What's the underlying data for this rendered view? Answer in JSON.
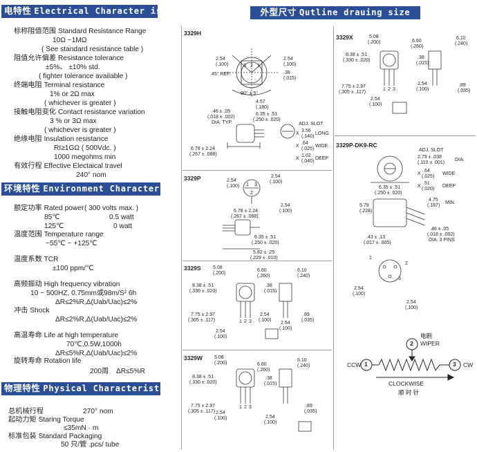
{
  "sections": {
    "electrical": {
      "cn": "电特性",
      "en": "Electrical Character istics"
    },
    "environment": {
      "cn": "环境特性",
      "en": "Environment Character istics"
    },
    "physical": {
      "cn": "物理特性",
      "en": "Physical Characteristics"
    },
    "outline": {
      "cn": "外型尺寸",
      "en": "Qutline drauing size"
    }
  },
  "electrical_lines": [
    "标称阻值范围 Standard Resistance Range",
    "10Ω ~1MΩ",
    "( See standard resistance table )",
    "阻值允许偏差 Resistance tolerance",
    "±5%、 ±10% std.",
    "( fighter tolerance available )",
    "终端电阻 Terminal resistance",
    "1% or 2Ω max",
    "( whichever is greater )",
    "接触电阻变化 Contact resistance variation",
    "3 % or 3Ω max",
    "( whichever is greater )",
    "绝缘电阻 Insulation resistance",
    "RI≥1GΩ ( 500Vdc. )",
    "1000 megohms min",
    "有效行程 Effective Electaical travel",
    "240° nom"
  ],
  "environment": {
    "power_label": "额定功率 Rated power",
    "power_note": "( 300 volts max. )",
    "power_rows": [
      {
        "temp": "85℃",
        "value": "0.5 watt"
      },
      {
        "temp": "125℃",
        "value": "0 watt"
      }
    ],
    "temp_range_label": "温度范围 Temperature range",
    "temp_range_value": "−55℃ ~ +125℃",
    "tcr_label": "温度系数 TCR",
    "tcr_value": "±100 ppm/℃",
    "vibration_label": "高频振动 High frequency vibration",
    "vibration_value": "10 ~ 500HZ, 0.75mm或98m/S² 6h",
    "vibration_result": "ΔR≤2%R,Δ(Uab/Uac)≤2%",
    "shock_label": "冲击 Shock",
    "shock_result": "ΔR≤2%R,Δ(Uab/Uac)≤2%",
    "life_label": "高温寿命 Life at high temperature",
    "life_value": "70℃,0.5W,1000h",
    "life_result": "ΔR≤5%R,Δ(Uab/Uac)≤2%",
    "rot_label": "旋转寿命 Rotation life",
    "rot_cycles": "200周",
    "rot_result": "ΔR≤5%R"
  },
  "physical": {
    "travel_label": "总机械行程",
    "travel_value": "270° nom",
    "torque_label": "起动力矩 Staring Torque",
    "torque_value": "≤35mN · m",
    "packing_label": "标准包装 Standard Packaging",
    "packing_value": "50 只/管 .pcs/ tube"
  },
  "diagrams": {
    "h": {
      "title": "3329H",
      "labels": [
        "2.54",
        "(.100)",
        "2.54",
        "(.100)",
        "45° REF.",
        "3",
        "2",
        "1",
        ".38",
        "(.015)",
        "90° ± 5°",
        ".46 ± .05",
        "(.018 ± .002)",
        "DIA. TYP.",
        "4.57",
        "(.180)",
        "6.35 ± .51",
        "(.250 ± .020)",
        "ADJ. SLOT",
        "3.56",
        "(.140)",
        "LONG",
        ".64",
        "(.025)",
        "WIDE",
        "1.02",
        "(.040)",
        "DEEP",
        "X",
        "X",
        "X",
        "6.78 ± 2.24",
        "(.267 ± .088)"
      ]
    },
    "p": {
      "title": "3329P",
      "labels": [
        "2.54",
        "(.100)",
        "2.54",
        "(.100)",
        "2.54",
        "(.100)",
        "6.78 ± 2.24",
        "(.267 ± .088)",
        "6.35 ± .51",
        "(.250 ± .020)",
        "5.82 ± .25",
        "(.229 ± .010)",
        "1",
        "2",
        "3"
      ]
    },
    "s": {
      "title": "3329S",
      "labels": [
        "5.08",
        "(.200)",
        "6.60",
        "(.260)",
        "6.10",
        "(.240)",
        "8.38 ± .51",
        "(.330 ± .020)",
        ".38",
        "(.015)",
        "7.75 ± 2.97",
        "(.305 ± .117)",
        "2.54",
        "(.100)",
        "2.54",
        "(.100)",
        ".89",
        "(.035)",
        "2.54",
        "(.100)",
        "1",
        "2",
        "3"
      ]
    },
    "w": {
      "title": "3329W",
      "labels": [
        "5.08",
        "(.200)",
        "6.60",
        "(.260)",
        "6.10",
        "(.240)",
        "8.38 ± .51",
        "(.330 ± .020)",
        ".38",
        "(.015)",
        "7.75 ± 2.97",
        "(.305 ± .117)",
        "2.54",
        "(.100)",
        "2.54",
        "(.100)",
        ".89",
        "(.035)",
        "1",
        "2",
        "3"
      ]
    },
    "x": {
      "title": "3329X",
      "labels": [
        "5.08",
        "(.200)",
        "6.60",
        "(.260)",
        "6.10",
        "(.240)",
        "8.38 ± .51",
        "(.330 ± .020)",
        ".38",
        "(.015)",
        "7.75 ± 2.97",
        "(.305 ± .117)",
        "2.54",
        "(.100)",
        "2.54",
        "(.100)",
        ".89",
        "(.035)",
        "1",
        "2",
        "3"
      ]
    },
    "dk": {
      "title": "3329P-DK9-RC",
      "labels": [
        "ADJ. SLOT",
        "2.79 ± .038",
        "(.110 ± .001)",
        "DIA.",
        "X",
        ".64",
        "(.025)",
        "WIDE",
        "X",
        ".51",
        "(.020)",
        "DEEP",
        "6.35 ± .51",
        "(.250 ± .020)",
        "5.79",
        "(.228)",
        "4.75",
        "(.187)",
        "MIN.",
        ".46 ± .05",
        "(.018 ± .002)",
        "DIA. 3 PINS",
        ".43 ± .13",
        "(.017 ± .005)",
        "2.54",
        "(.100)",
        "2.54",
        "(.100)",
        "1",
        "2",
        "3"
      ]
    },
    "wiper": {
      "cn_wiper": "电刷",
      "wiper": "WIPER",
      "ccw": "CCW",
      "cw": "CW",
      "clockwise": "CLOCKWISE",
      "cn_clockwise": "顺 时 针",
      "n1": "1",
      "n2": "2",
      "n3": "3"
    }
  }
}
